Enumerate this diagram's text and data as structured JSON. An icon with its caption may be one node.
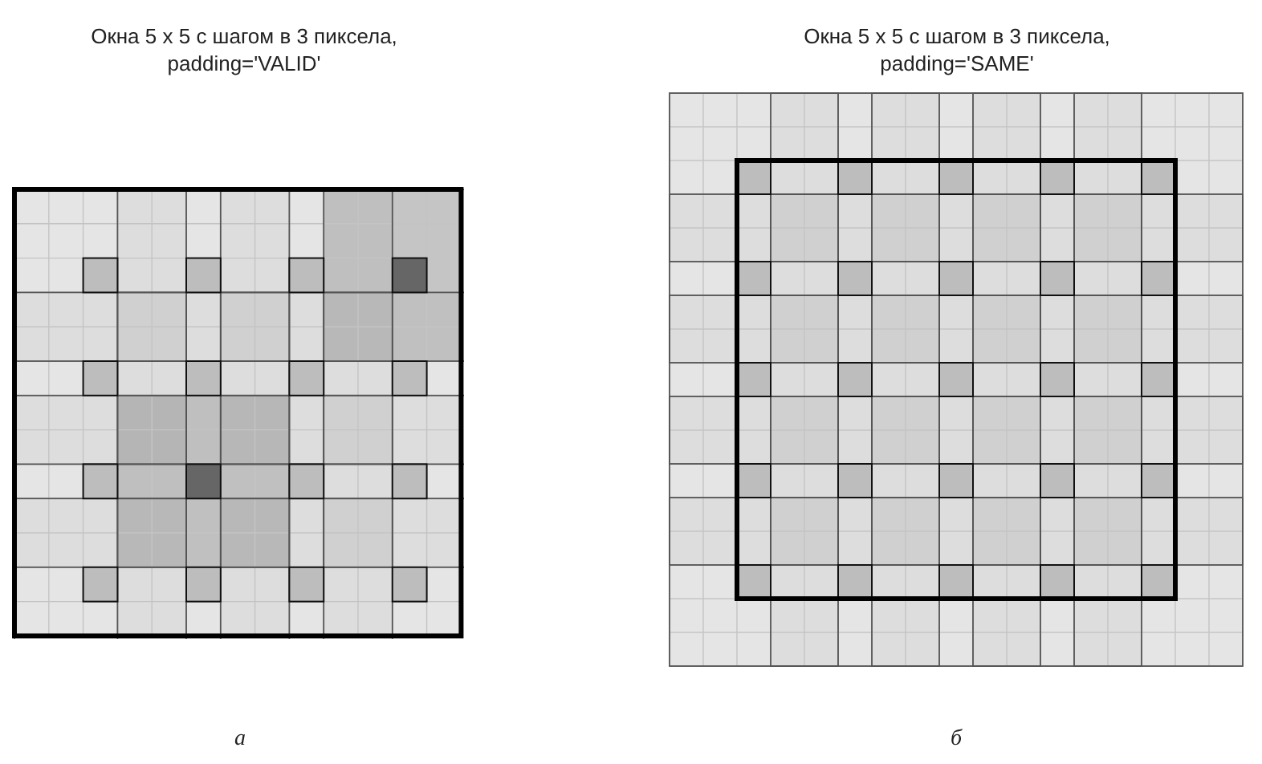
{
  "diagram": {
    "labels": [
      "Окна 5 x 5 с шагом в 3 пиксела, padding='VALID'",
      "Окна 5 x 5 с шагом в 3 пиксела, padding='SAME'",
      "а",
      "б"
    ]
  }
}
